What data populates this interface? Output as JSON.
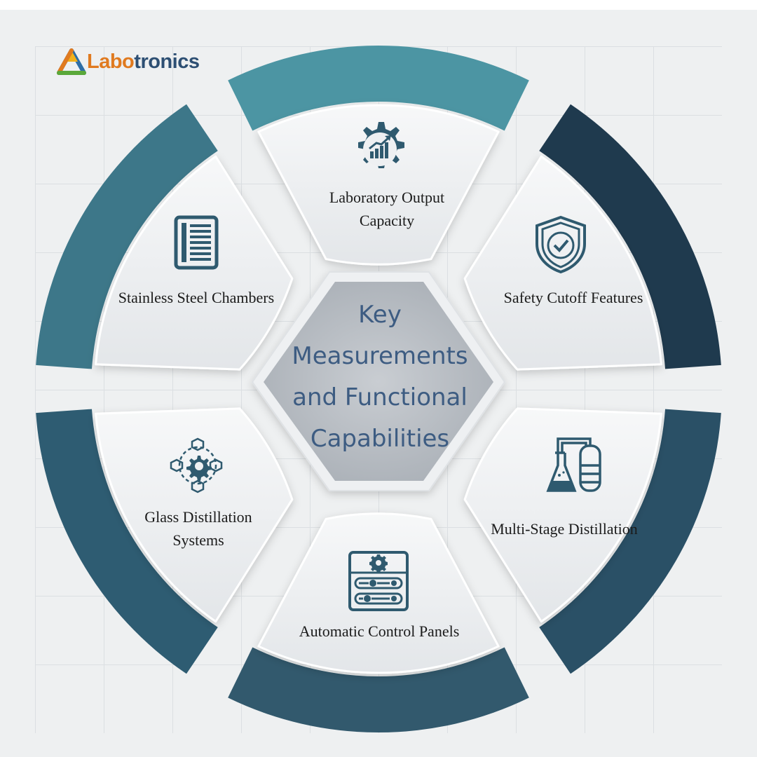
{
  "brand": {
    "logo_text_a": "Labo",
    "logo_text_b": "tronics"
  },
  "center": {
    "title": "Key Measurements and Functional Capabilities"
  },
  "segments": [
    {
      "label": "Laboratory Output Capacity",
      "icon": "gear-growth-chart-icon",
      "color": "#4c95a3"
    },
    {
      "label": "Safety Cutoff Features",
      "icon": "shield-check-icon",
      "color": "#1f3a4e"
    },
    {
      "label": "Multi-Stage Distillation",
      "icon": "distillation-flask-icon",
      "color": "#2a5066"
    },
    {
      "label": "Automatic Control Panels",
      "icon": "control-panel-sliders-icon",
      "color": "#32596d"
    },
    {
      "label": "Glass Distillation Systems",
      "icon": "gear-network-icon",
      "color": "#2e5c72"
    },
    {
      "label": "Stainless Steel Chambers",
      "icon": "document-list-icon",
      "color": "#3d7789"
    }
  ],
  "colors": {
    "icon": "#2f5a6f",
    "title": "#3d5c82",
    "background": "#eef0f1"
  }
}
